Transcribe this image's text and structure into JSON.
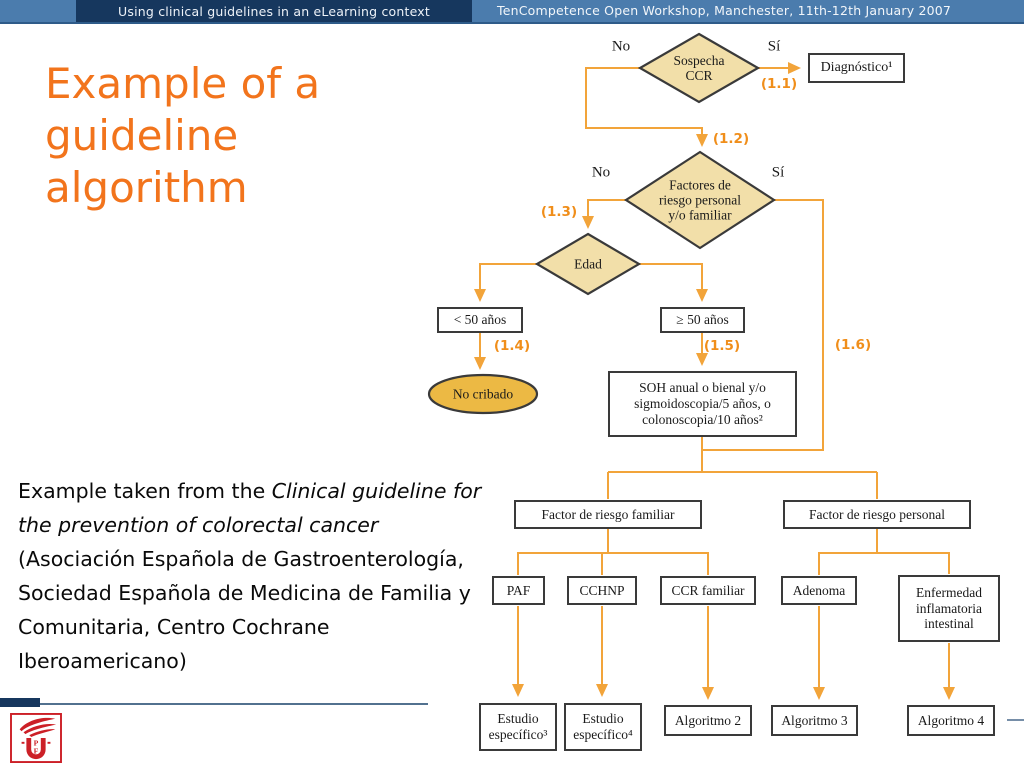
{
  "header": {
    "left_title": "Using clinical guidelines in an eLearning context",
    "right_title": "TenCompetence Open Workshop, Manchester, 11th-12th January 2007"
  },
  "slide": {
    "title": "Example of a guideline algorithm"
  },
  "caption": {
    "lead": "Example taken from the ",
    "source": "Clinical guideline for the prevention of colorectal cancer",
    "orgs": "(Asociación Española de Gastroenterología, Sociedad Española de Medicina de Familia y Comunitaria, Centro Cochrane Iberoamericano)"
  },
  "flowchart": {
    "no": "No",
    "si": "Sí",
    "sospecha": "Sospecha CCR",
    "diagnostico": "Diagnóstico¹",
    "factores": "Factores de riesgo personal y/o familiar",
    "edad": "Edad",
    "lt50": "< 50 años",
    "gte50": "≥ 50 años",
    "no_cribado": "No cribado",
    "soh": "SOH anual o bienal y/o sigmoidoscopia/5 años, o colonoscopia/10 años²",
    "factor_familiar": "Factor de riesgo familiar",
    "factor_personal": "Factor de riesgo personal",
    "paf": "PAF",
    "cchnp": "CCHNP",
    "ccr_familiar": "CCR familiar",
    "adenoma": "Adenoma",
    "enfermedad": "Enfermedad inflamatoria intestinal",
    "estudio3": "Estudio específico³",
    "estudio4": "Estudio específico⁴",
    "algoritmo2": "Algoritmo 2",
    "algoritmo3": "Algoritmo 3",
    "algoritmo4": "Algoritmo 4",
    "steps": {
      "s11": "(1.1)",
      "s12": "(1.2)",
      "s13": "(1.3)",
      "s14": "(1.4)",
      "s15": "(1.5)",
      "s16": "(1.6)"
    }
  },
  "colors": {
    "header_blue": "#4B7CAD",
    "header_navy": "#16375E",
    "title_orange": "#F2741C",
    "flow_line_orange": "#F2A43A",
    "step_label_orange": "#F08E1A",
    "diamond_fill": "#F2DFA9",
    "ellipse_fill": "#ECB944",
    "shape_border": "#3A3A3A",
    "logo_red": "#CC2027"
  }
}
